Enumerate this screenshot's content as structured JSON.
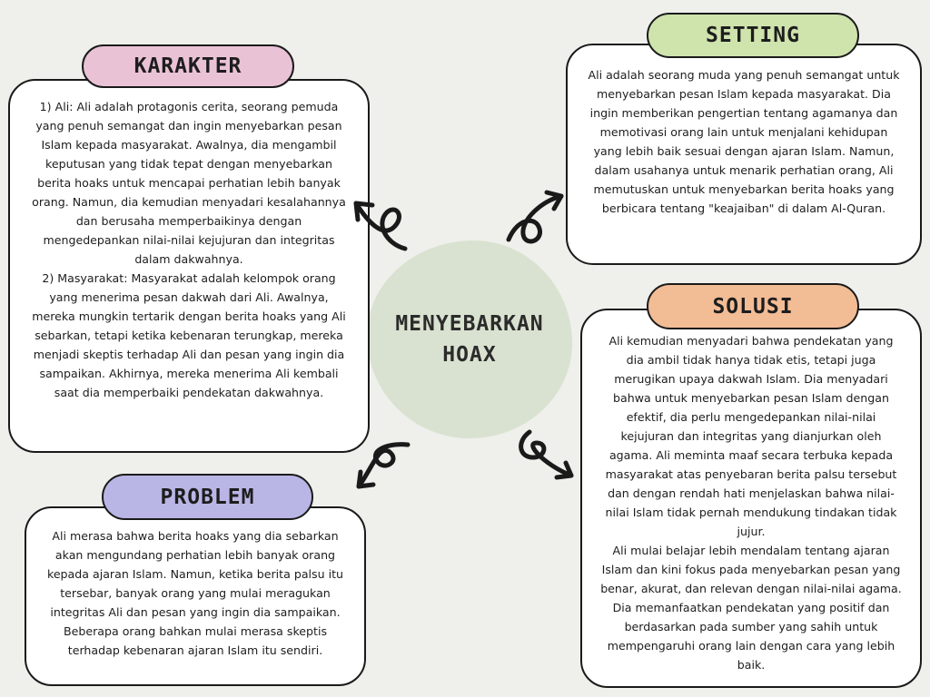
{
  "center": {
    "title": "MENYEBARKAN HOAX"
  },
  "karakter": {
    "label": "KARAKTER",
    "color": "#eac2d6",
    "paragraphs": [
      "1)   Ali: Ali adalah protagonis cerita, seorang pemuda yang penuh semangat dan ingin menyebarkan pesan Islam kepada masyarakat. Awalnya, dia mengambil keputusan yang tidak tepat dengan menyebarkan berita hoaks untuk mencapai perhatian lebih banyak orang. Namun, dia kemudian menyadari kesalahannya dan berusaha memperbaikinya dengan mengedepankan nilai-nilai kejujuran dan integritas dalam dakwahnya.",
      "2)   Masyarakat: Masyarakat adalah kelompok orang yang menerima pesan dakwah dari Ali. Awalnya, mereka mungkin tertarik dengan berita hoaks yang Ali sebarkan, tetapi ketika kebenaran terungkap, mereka menjadi skeptis terhadap Ali dan pesan yang ingin dia sampaikan. Akhirnya, mereka menerima Ali kembali saat dia memperbaiki pendekatan dakwahnya."
    ]
  },
  "setting": {
    "label": "SETTING",
    "color": "#cfe3ad",
    "text": "Ali adalah seorang muda yang penuh semangat untuk menyebarkan pesan Islam kepada masyarakat. Dia ingin memberikan pengertian tentang agamanya dan memotivasi orang lain untuk menjalani kehidupan yang lebih baik sesuai dengan ajaran Islam. Namun, dalam usahanya untuk menarik perhatian orang, Ali memutuskan untuk menyebarkan berita hoaks yang berbicara tentang \"keajaiban\" di dalam Al-Quran."
  },
  "problem": {
    "label": "PROBLEM",
    "color": "#b9b6e6",
    "text": "Ali merasa bahwa berita hoaks yang dia sebarkan akan mengundang perhatian lebih banyak orang kepada ajaran Islam. Namun, ketika berita palsu itu tersebar, banyak orang yang mulai meragukan integritas Ali dan pesan yang ingin dia sampaikan. Beberapa orang bahkan mulai merasa skeptis terhadap kebenaran ajaran Islam itu sendiri."
  },
  "solusi": {
    "label": "SOLUSI",
    "color": "#f2bc95",
    "paragraphs": [
      "Ali kemudian menyadari bahwa pendekatan yang dia ambil tidak hanya tidak etis, tetapi juga merugikan upaya dakwah Islam. Dia menyadari bahwa untuk menyebarkan pesan Islam dengan efektif, dia perlu mengedepankan nilai-nilai kejujuran dan integritas yang dianjurkan oleh agama. Ali meminta maaf secara terbuka kepada masyarakat atas penyebaran berita palsu tersebut dan dengan rendah hati menjelaskan bahwa nilai-nilai Islam tidak pernah mendukung tindakan tidak jujur.",
      "Ali mulai belajar lebih mendalam tentang ajaran Islam dan kini fokus pada menyebarkan pesan yang benar, akurat, dan relevan dengan nilai-nilai agama. Dia memanfaatkan pendekatan yang positif dan berdasarkan pada sumber yang sahih untuk mempengaruhi orang lain dengan cara yang lebih baik."
    ]
  }
}
